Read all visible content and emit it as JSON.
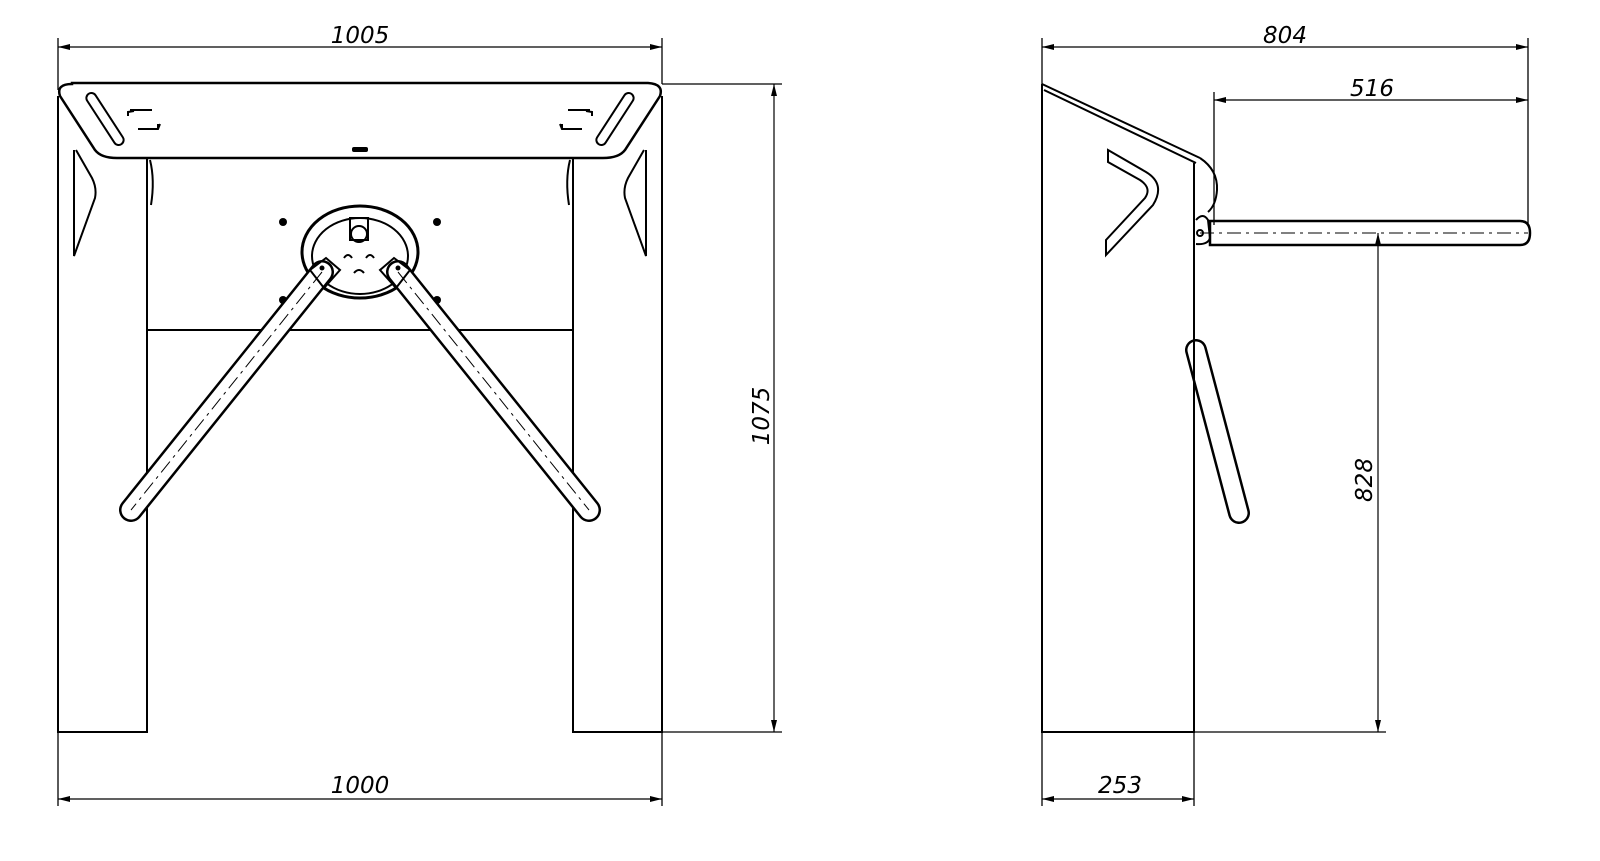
{
  "drawing": {
    "front_view": {
      "dimensions": {
        "top_width": "1005",
        "height": "1075",
        "base_width": "1000"
      }
    },
    "side_view": {
      "dimensions": {
        "total_depth": "804",
        "arm_length": "516",
        "arm_height": "828",
        "base_depth": "253"
      }
    },
    "colors": {
      "line": "#000000",
      "background": "#ffffff"
    }
  }
}
